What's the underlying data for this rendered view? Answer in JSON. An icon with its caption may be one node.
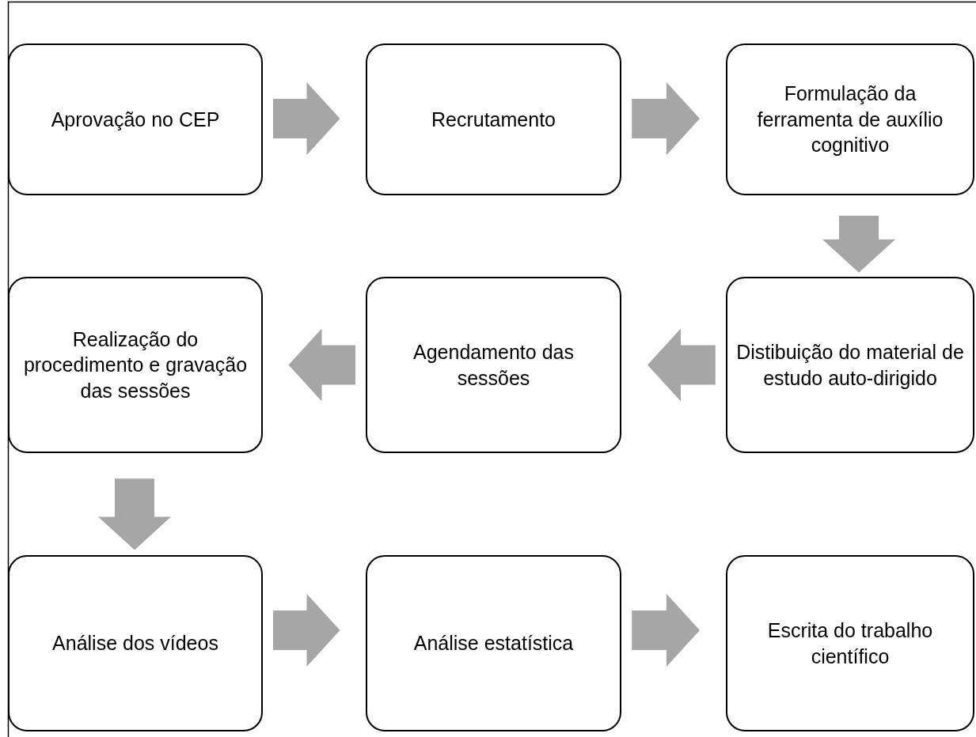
{
  "diagram": {
    "nodes": [
      {
        "text": [
          "Aprovação no CEP"
        ]
      },
      {
        "text": [
          "Recrutamento"
        ]
      },
      {
        "text": [
          "Formulação da ferramenta de auxílio cognitivo"
        ]
      },
      {
        "text": [
          "Distibuição do material de estudo auto-dirigido"
        ]
      },
      {
        "text": [
          "Agendamento das sessões"
        ]
      },
      {
        "text": [
          "Realização do procedimento e gravação das sessões"
        ]
      },
      {
        "text": [
          "Análise dos vídeos"
        ]
      },
      {
        "text": [
          "Análise estatística"
        ]
      },
      {
        "text": [
          "Escrita do trabalho científico"
        ]
      }
    ],
    "edges": [
      {
        "from": 0,
        "to": 1,
        "arrow": "to"
      },
      {
        "from": 1,
        "to": 2,
        "arrow": "to"
      },
      {
        "from": 2,
        "to": 3,
        "arrow": "to"
      },
      {
        "from": 3,
        "to": 4,
        "arrow": "to"
      },
      {
        "from": 4,
        "to": 5,
        "arrow": "to"
      },
      {
        "from": 5,
        "to": 6,
        "arrow": "to"
      },
      {
        "from": 6,
        "to": 7,
        "arrow": "to"
      },
      {
        "from": 7,
        "to": 8,
        "arrow": "to"
      }
    ]
  }
}
